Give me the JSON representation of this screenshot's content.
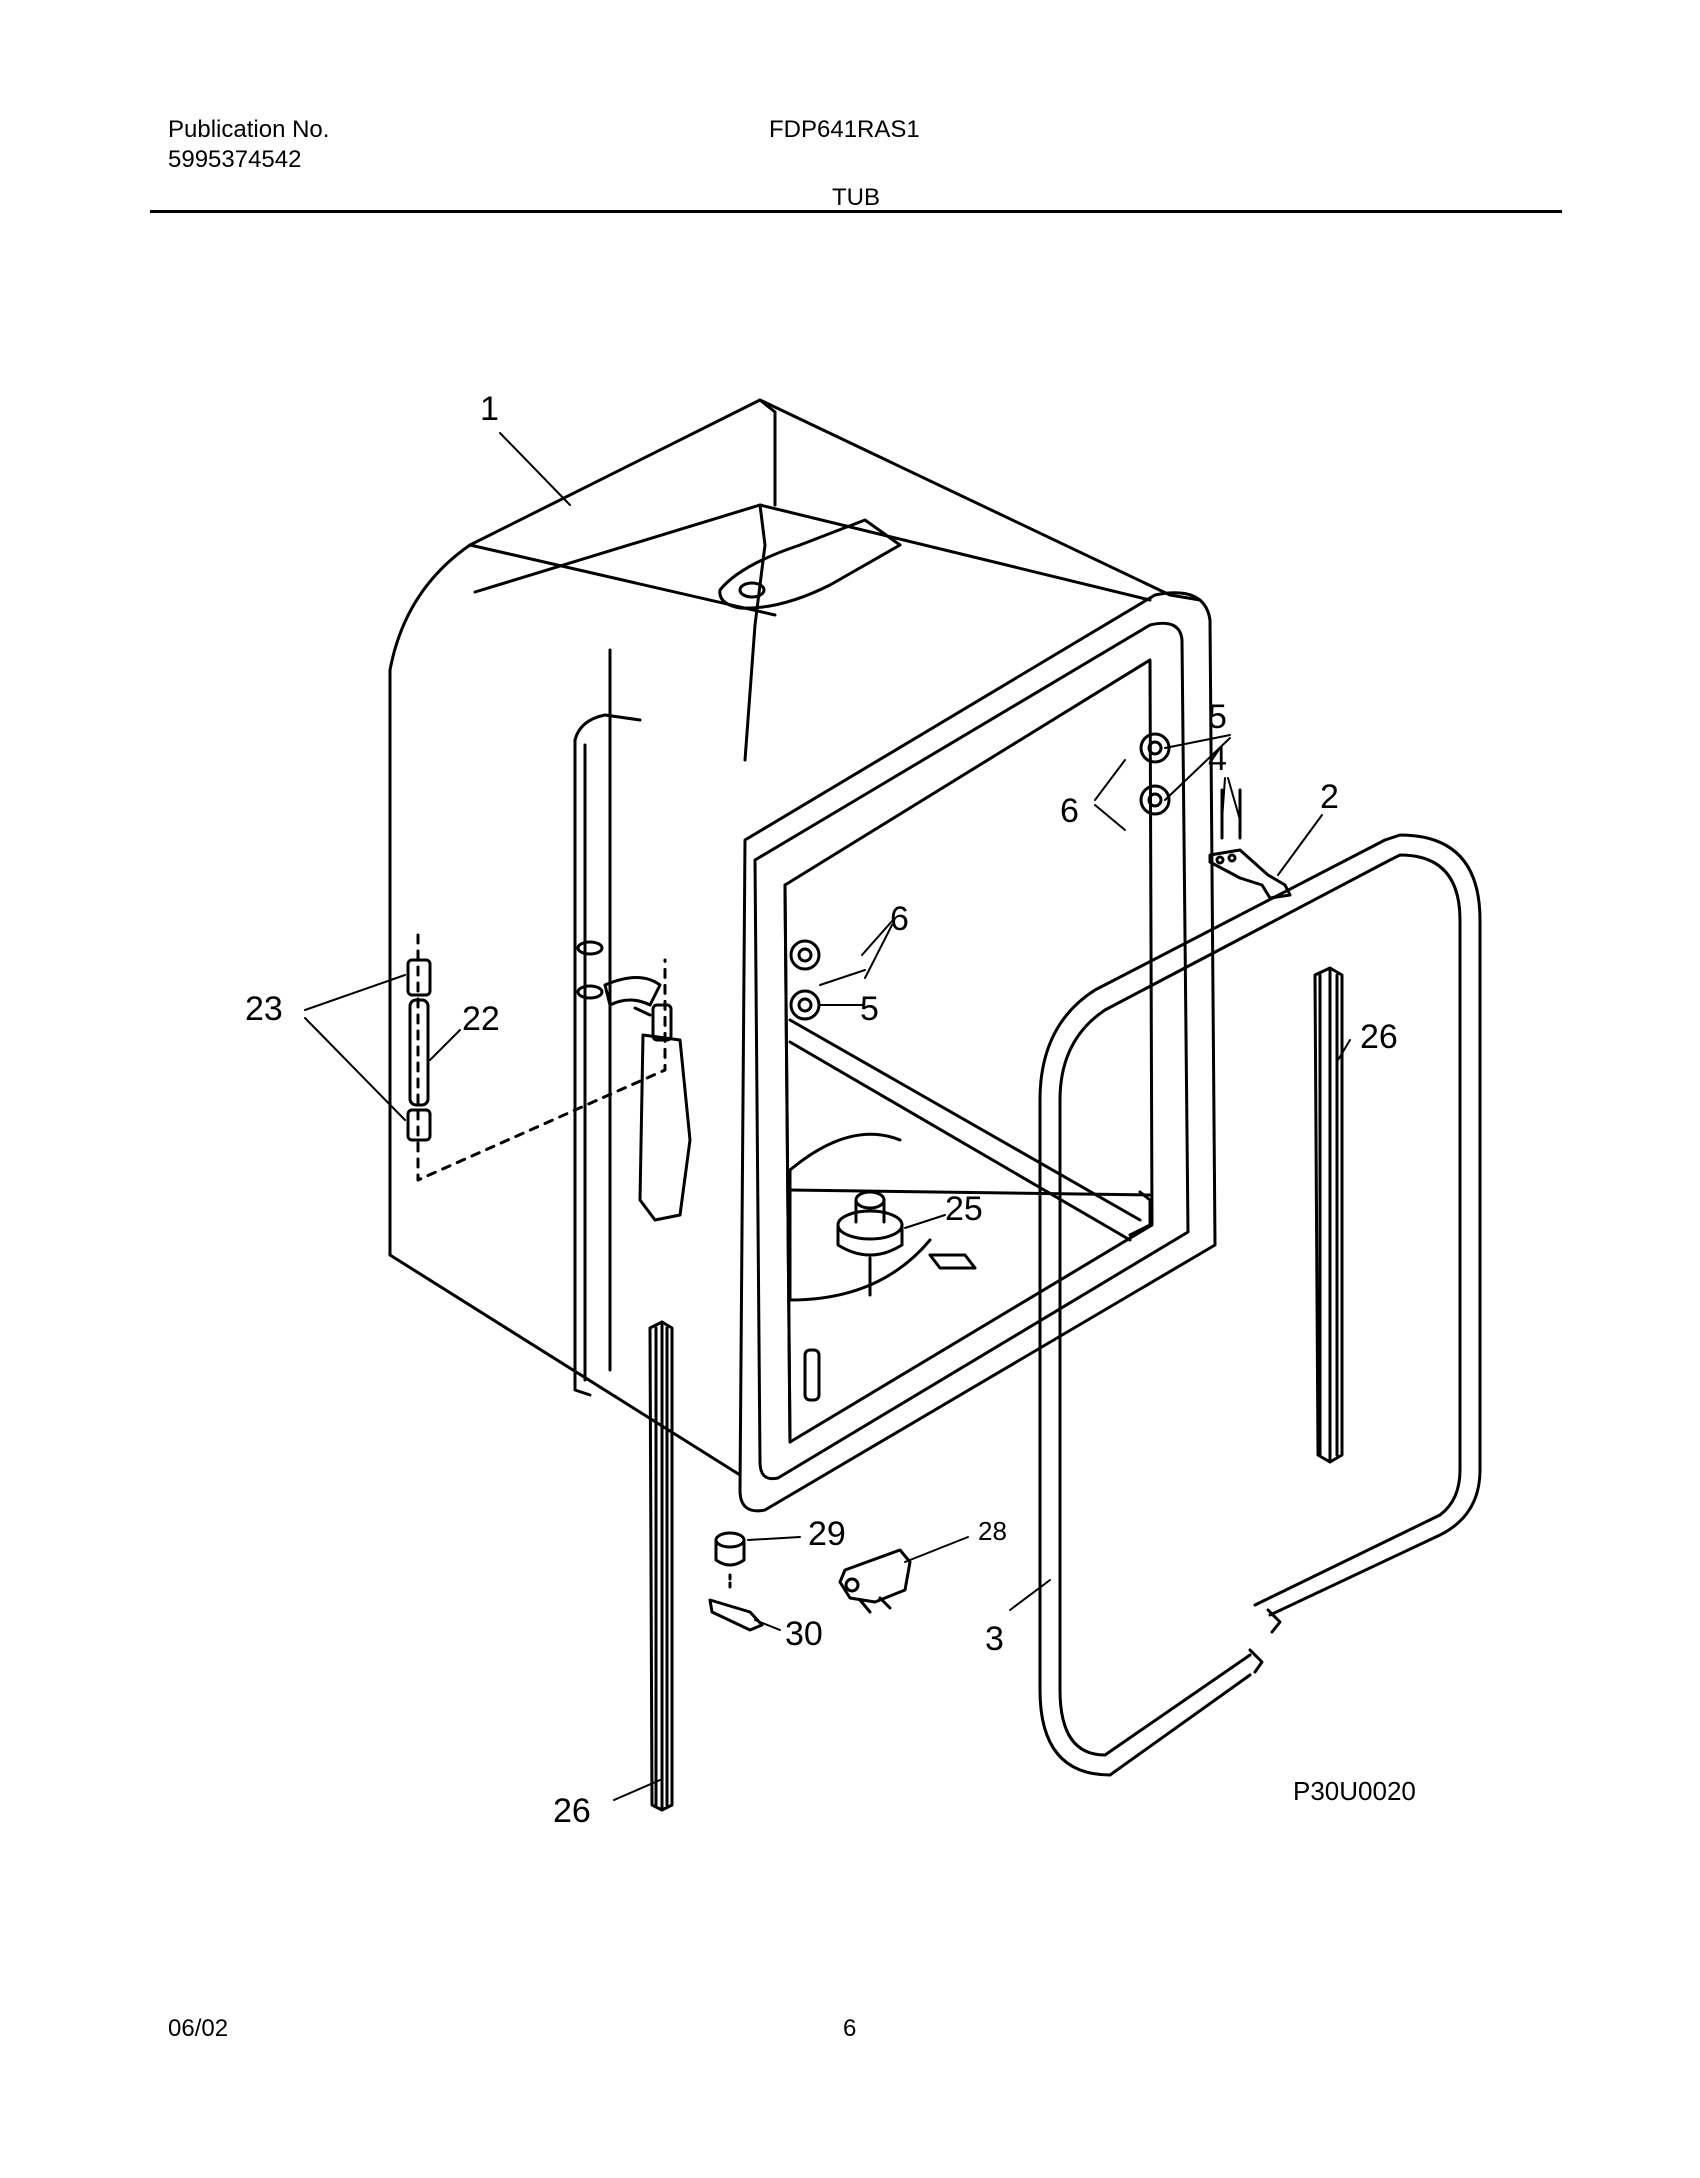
{
  "header": {
    "publication_label": "Publication No.",
    "publication_number": "5995374542",
    "model": "FDP641RAS1",
    "section_title": "TUB"
  },
  "diagram": {
    "callouts": {
      "tub": "1",
      "bracket": "2",
      "door_gasket": "3",
      "screws_upper": "4",
      "rollers_upper": "5",
      "screws_upper_left": "6",
      "screws_lower": "6",
      "rollers_lower": "5",
      "clamps": "23",
      "hose": "22",
      "side_seal_right": "26",
      "fill_funnel": "25",
      "thermostat": "29",
      "switch": "28",
      "bracket_thermostat": "30",
      "side_seal_left": "26"
    },
    "figure_code": "P30U0020"
  },
  "footer": {
    "date": "06/02",
    "page": "6"
  }
}
